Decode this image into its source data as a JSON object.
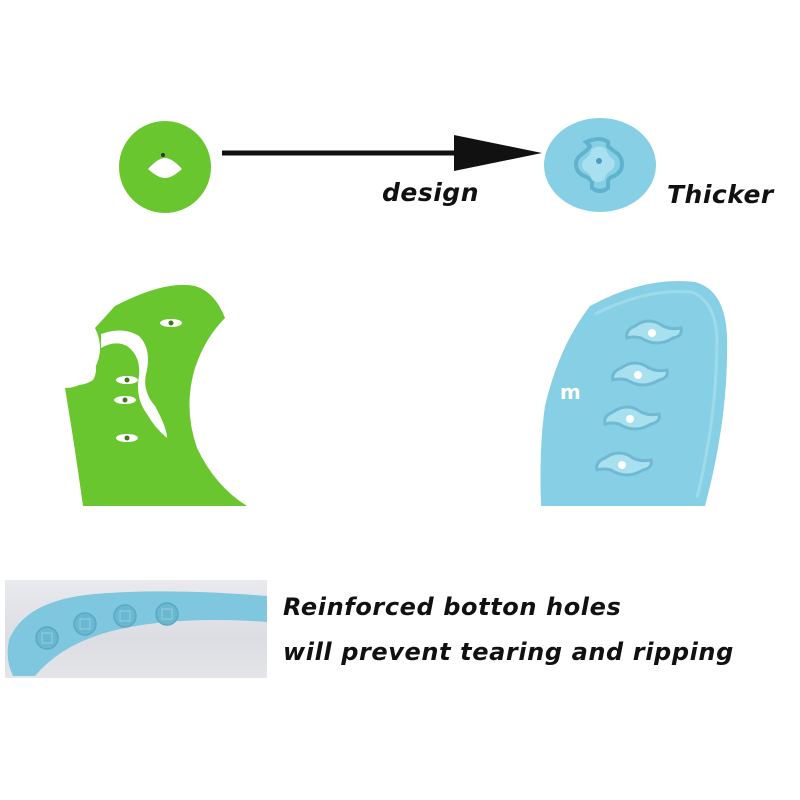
{
  "captions": {
    "design": "design",
    "thicker": "Thicker",
    "line1": "Reinforced botton holes",
    "line2": "will prevent tearing and ripping",
    "watermark_fragment": "m"
  },
  "colors": {
    "green": "#6ac62e",
    "blue": "#87cfe5",
    "blue_dark": "#6fb9d2",
    "arrow": "#111111"
  },
  "icons": {
    "arrow": "right-arrow-icon"
  }
}
